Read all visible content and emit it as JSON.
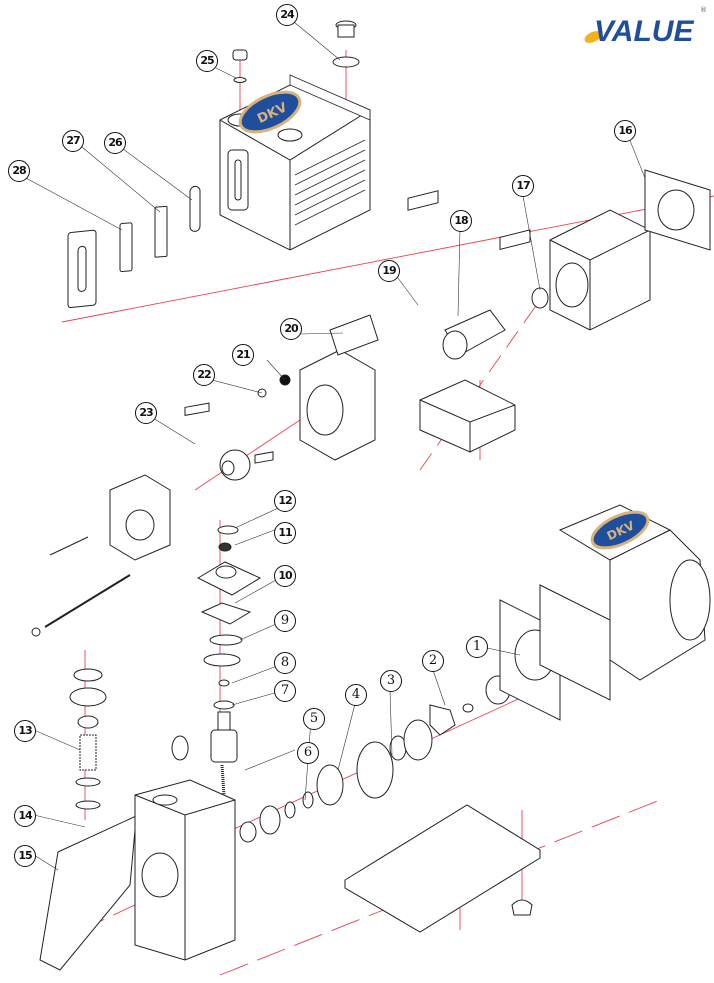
{
  "brand": {
    "name": "VALUE",
    "registered_mark": "®",
    "colors": {
      "primary": "#1f4e9c",
      "accent": "#f2b21b"
    }
  },
  "diagram": {
    "title": "Vacuum pump exploded view",
    "emblem_text": "DKV",
    "colors": {
      "lines": "#222222",
      "axis": "#e8434b",
      "emblem_blue": "#1f4e9c",
      "emblem_gold": "#d9b27a"
    },
    "callouts": [
      {
        "id": "1",
        "part": "motor-coupling-plate"
      },
      {
        "id": "2",
        "part": "coupling-spider"
      },
      {
        "id": "3",
        "part": "oil-seal"
      },
      {
        "id": "4",
        "part": "o-ring-large"
      },
      {
        "id": "5",
        "part": "bushing-ring"
      },
      {
        "id": "6",
        "part": "spring"
      },
      {
        "id": "7",
        "part": "o-ring"
      },
      {
        "id": "8",
        "part": "washer"
      },
      {
        "id": "9",
        "part": "valve-disc"
      },
      {
        "id": "10",
        "part": "gasket-square"
      },
      {
        "id": "11",
        "part": "nut"
      },
      {
        "id": "12",
        "part": "o-ring-small"
      },
      {
        "id": "13",
        "part": "spring-coil"
      },
      {
        "id": "14",
        "part": "valve-base"
      },
      {
        "id": "15",
        "part": "housing-gasket"
      },
      {
        "id": "16",
        "part": "cylinder-gasket"
      },
      {
        "id": "17",
        "part": "shaft-seal"
      },
      {
        "id": "18",
        "part": "rotor-pins"
      },
      {
        "id": "19",
        "part": "vane"
      },
      {
        "id": "20",
        "part": "exhaust-valve-plate"
      },
      {
        "id": "21",
        "part": "filter"
      },
      {
        "id": "22",
        "part": "plug"
      },
      {
        "id": "23",
        "part": "vane-second-stage"
      },
      {
        "id": "24",
        "part": "oil-fill-plug"
      },
      {
        "id": "25",
        "part": "drain-plug"
      },
      {
        "id": "26",
        "part": "sight-glass-gasket-outer"
      },
      {
        "id": "27",
        "part": "sight-glass"
      },
      {
        "id": "28",
        "part": "sight-glass-gasket-inner"
      }
    ]
  }
}
